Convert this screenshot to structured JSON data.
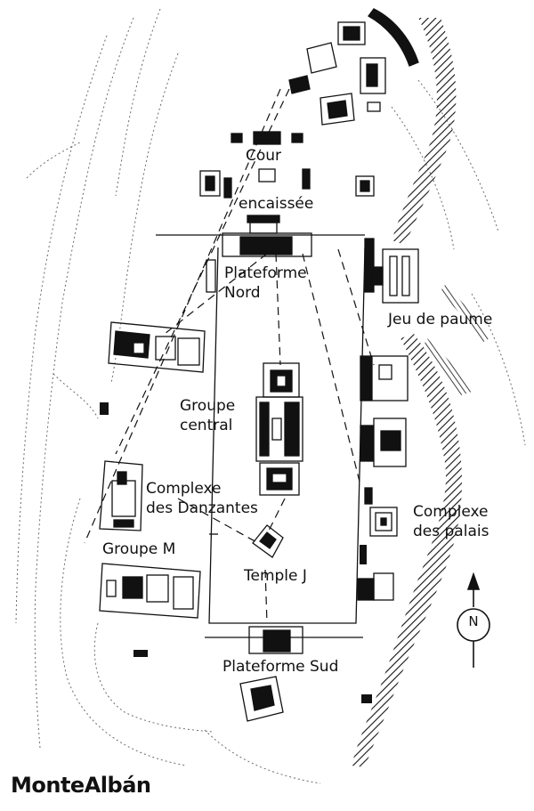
{
  "map": {
    "title": "MonteAlbán",
    "colors": {
      "ink": "#111111",
      "paper": "#ffffff",
      "contour": "#6b6b6b"
    },
    "labels": {
      "cour": "Cour",
      "encaissee": "encaissée",
      "plateforme_nord_1": "Plateforme",
      "plateforme_nord_2": "Nord",
      "jeu_de_paume": "Jeu de paume",
      "groupe_central_1": "Groupe",
      "groupe_central_2": "central",
      "danzantes_1": "Complexe",
      "danzantes_2": "des Danzantes",
      "groupe_m": "Groupe M",
      "temple_j": "Temple J",
      "palais_1": "Complexe",
      "palais_2": "des palais",
      "plateforme_sud": "Plateforme Sud"
    },
    "north_arrow": {
      "letter": "N",
      "icon": "north-arrow-icon"
    }
  }
}
